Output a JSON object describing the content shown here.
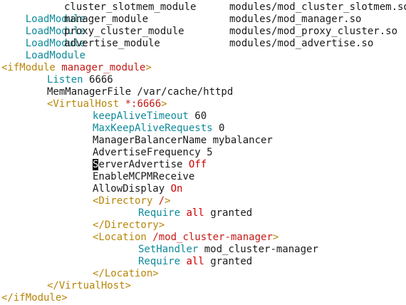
{
  "editor": {
    "load_modules": [
      {
        "kw": "LoadModule",
        "name": "cluster_slotmem_module",
        "path": "modules/mod_cluster_slotmem.so"
      },
      {
        "kw": "LoadModule",
        "name": "manager_module",
        "path": "modules/mod_manager.so"
      },
      {
        "kw": "LoadModule",
        "name": "proxy_cluster_module",
        "path": "modules/mod_proxy_cluster.so"
      },
      {
        "kw": "LoadModule",
        "name": "advertise_module",
        "path": "modules/mod_advertise.so"
      }
    ],
    "ifmodule_open": "<ifModule",
    "ifmodule_arg": "manager_module",
    "ifmodule_close_bracket": ">",
    "listen_kw": "Listen",
    "listen_val": "6666",
    "memmanager": "MemManagerFile /var/cache/httpd",
    "vhost_open": "<VirtualHost",
    "vhost_arg": "*:6666",
    "vhost_close_bracket": ">",
    "keepalive_kw": "keepAliveTimeout",
    "keepalive_val": "60",
    "maxkeep_kw": "MaxKeepAliveRequests",
    "maxkeep_val": "0",
    "balancer": "ManagerBalancerName mybalancer",
    "advfreq": "AdvertiseFrequency 5",
    "server_adv_cursor_char": "S",
    "server_adv_rest": "erverAdvertise",
    "server_adv_val": "Off",
    "enable_mcpm": "EnableMCPMReceive",
    "allow_display_kw": "AllowDisplay",
    "allow_display_val": "On",
    "dir_open": "<Directory",
    "dir_arg": "/",
    "dir_close_bracket": ">",
    "require1_kw": "Require",
    "require1_all": "all",
    "require1_val": "granted",
    "dir_end": "</Directory>",
    "loc_open": "<Location",
    "loc_arg": "/mod_cluster-manager",
    "loc_close_bracket": ">",
    "sethandler_kw": "SetHandler",
    "sethandler_val": "mod_cluster-manager",
    "require2_kw": "Require",
    "require2_all": "all",
    "require2_val": "granted",
    "loc_end": "</Location>",
    "vhost_end": "</VirtualHost>",
    "ifmodule_end": "</ifModule>"
  },
  "colors": {
    "keyword": "#0e8a9a",
    "tag": "#b8860b",
    "string": "#c41a16",
    "text": "#1a1a1a",
    "background": "#ffffff"
  }
}
